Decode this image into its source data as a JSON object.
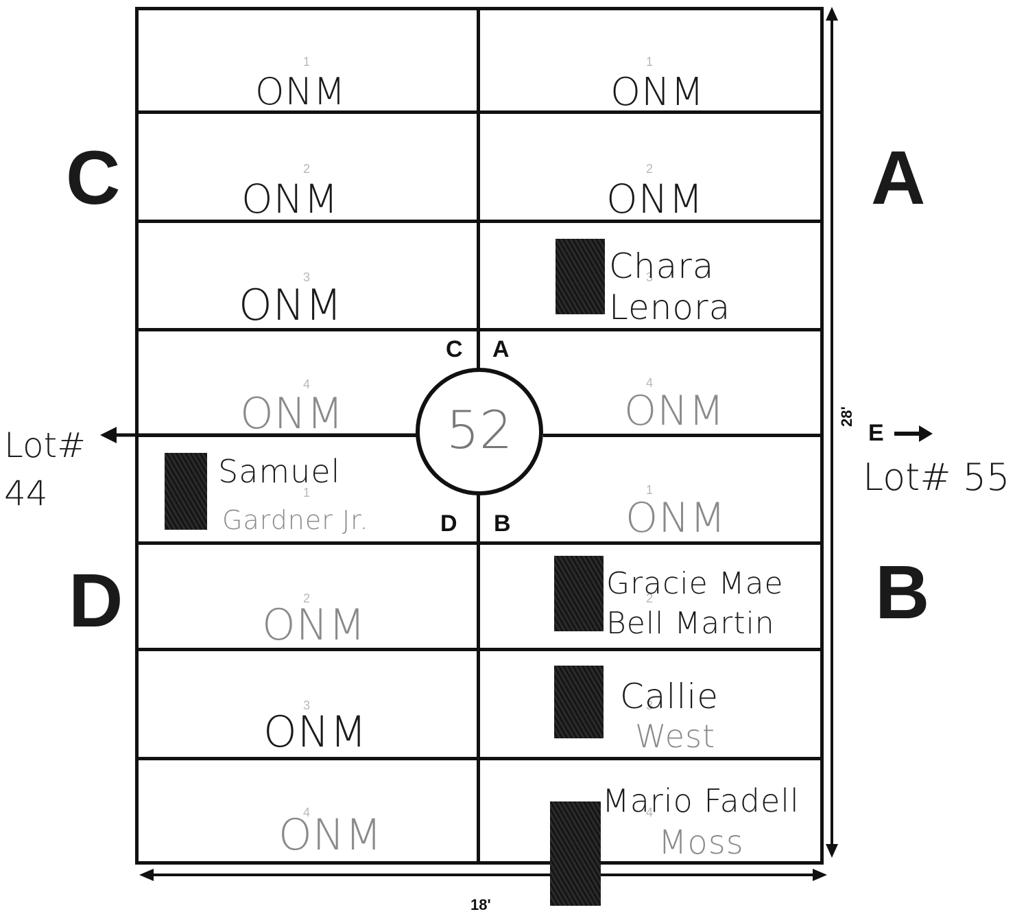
{
  "lot_number": "52",
  "quadrants": {
    "nw": "C",
    "ne": "A",
    "sw": "D",
    "se": "B"
  },
  "center_labels": {
    "nw": "C",
    "ne": "A",
    "sw": "D",
    "se": "B"
  },
  "dimensions": {
    "width": "18'",
    "height": "28'"
  },
  "direction": {
    "label": "E"
  },
  "adjacent_lots": {
    "left": "Lot#\n44",
    "right": "Lot# 55"
  },
  "spaces": {
    "c1": {
      "number": "1",
      "name": "ONM"
    },
    "c2": {
      "number": "2",
      "name": "ONM"
    },
    "c3": {
      "number": "3",
      "name": "ONM"
    },
    "c4": {
      "number": "4",
      "name": "ONM"
    },
    "a1": {
      "number": "1",
      "name": "ONM"
    },
    "a2": {
      "number": "2",
      "name": "ONM"
    },
    "a3": {
      "number": "3",
      "name": "Chara\nLenora"
    },
    "a4": {
      "number": "4",
      "name": "ONM"
    },
    "d1": {
      "number": "1",
      "name": "Samuel",
      "name2": "Gardner Jr."
    },
    "d2": {
      "number": "2",
      "name": "ONM"
    },
    "d3": {
      "number": "3",
      "name": "ONM"
    },
    "d4": {
      "number": "4",
      "name": "ONM"
    },
    "b1": {
      "number": "1",
      "name": "ONM"
    },
    "b2": {
      "number": "2",
      "name": "Gracie Mae\nBell Martin"
    },
    "b3": {
      "number": "3",
      "name": "Callie",
      "name2": "West"
    },
    "b4": {
      "number": "4",
      "name": "Mario Fadell",
      "name2": "Moss"
    }
  }
}
